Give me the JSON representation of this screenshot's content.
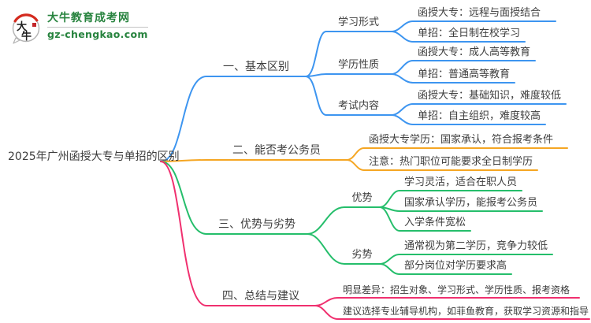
{
  "logo": {
    "title": "大牛教育成考网",
    "url": "gz-chengkao.com",
    "icon_chars_top": "大",
    "icon_chars_bottom": "牛"
  },
  "root": {
    "label": "2025年广州函授大专与单招的区别"
  },
  "colors": {
    "branch1_blue": "#3D95F0",
    "branch2_orange": "#F5A623",
    "branch3_green": "#25BE6B",
    "branch4_pink": "#F0306F",
    "logo_green": "#27833E",
    "text": "#3D3D3D"
  },
  "branches": [
    {
      "label": "一、基本区别",
      "children": [
        {
          "label": "学习形式",
          "children": [
            "函授大专：远程与面授结合",
            "单招：全日制在校学习"
          ]
        },
        {
          "label": "学历性质",
          "children": [
            "函授大专：成人高等教育",
            "单招：普通高等教育"
          ]
        },
        {
          "label": "考试内容",
          "children": [
            "函授大专：基础知识，难度较低",
            "单招：自主组织，难度较高"
          ]
        }
      ]
    },
    {
      "label": "二、能否考公务员",
      "children": [
        "函授大专学历：国家承认，符合报考条件",
        "注意：热门职位可能要求全日制学历"
      ]
    },
    {
      "label": "三、优势与劣势",
      "children": [
        {
          "label": "优势",
          "children": [
            "学习灵活，适合在职人员",
            "国家承认学历，能报考公务员",
            "入学条件宽松"
          ]
        },
        {
          "label": "劣势",
          "children": [
            "通常视为第二学历，竞争力较低",
            "部分岗位对学历要求高"
          ]
        }
      ]
    },
    {
      "label": "四、总结与建议",
      "children": [
        "明显差异：招生对象、学习形式、学历性质、报考资格",
        "建议选择专业辅导机构，如菲鱼教育，获取学习资源和指导"
      ]
    }
  ]
}
